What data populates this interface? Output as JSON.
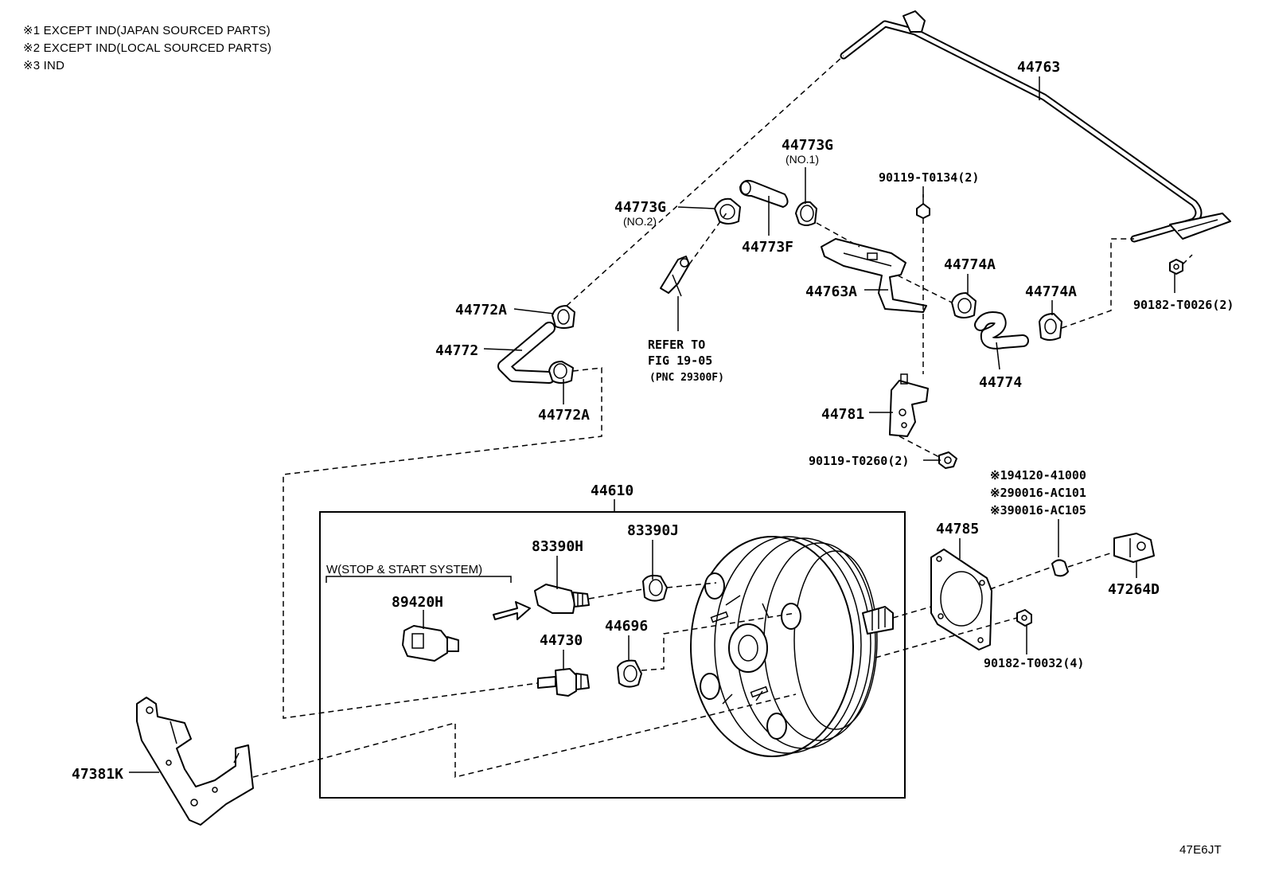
{
  "notes": [
    "※1 EXCEPT IND(JAPAN SOURCED PARTS)",
    "※2 EXCEPT IND(LOCAL SOURCED PARTS)",
    "※3 IND"
  ],
  "figure_code": "47E6JT",
  "labels": {
    "p44763": "44763",
    "p44773g_no1": "44773G",
    "no1": "(NO.1)",
    "p90119_t0134": "90119-T0134(2)",
    "p44773g_no2": "44773G",
    "no2": "(NO.2)",
    "p44773f": "44773F",
    "p44763a": "44763A",
    "p44774a_1": "44774A",
    "p44774a_2": "44774A",
    "p90182_t0026": "90182-T0026(2)",
    "p44772a_1": "44772A",
    "p44772": "44772",
    "p44772a_2": "44772A",
    "refer_line1": "REFER TO",
    "refer_line2": "FIG 19-05",
    "refer_line3": "(PNC 29300F)",
    "p44774": "44774",
    "p44781": "44781",
    "p90119_t0260": "90119-T0260(2)",
    "s1": "※194120-41000",
    "s2": "※290016-AC101",
    "s3": "※390016-AC105",
    "p44610": "44610",
    "p44785": "44785",
    "p47264d": "47264D",
    "p90182_t0032": "90182-T0032(4)",
    "stop_start": "W(STOP & START SYSTEM)",
    "p89420h": "89420H",
    "p83390h": "83390H",
    "p83390j": "83390J",
    "p44730": "44730",
    "p44696": "44696",
    "p47381k": "47381K"
  }
}
